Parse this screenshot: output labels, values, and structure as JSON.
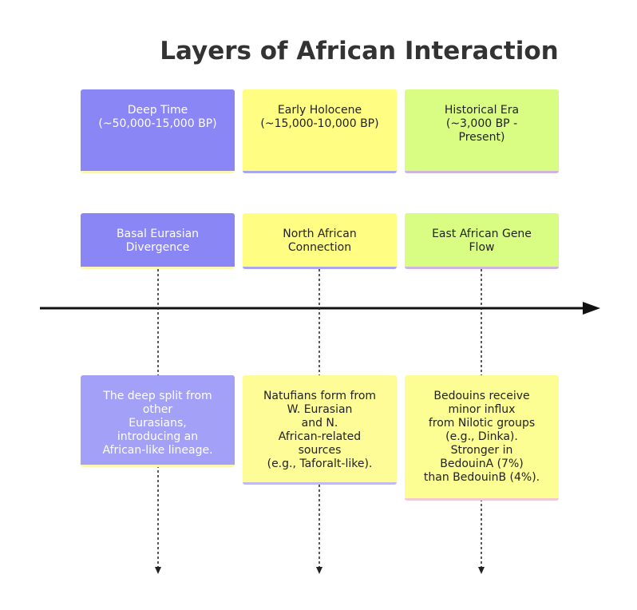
{
  "title": "Layers of African Interaction",
  "colors": {
    "period_deep": "#8a86f5",
    "period_early": "#fffd82",
    "period_hist": "#d9fd83",
    "axis": "#111111"
  },
  "periods": [
    {
      "label": "Deep Time\n(~50,000-15,000 BP)"
    },
    {
      "label": "Early Holocene\n(~15,000-10,000 BP)"
    },
    {
      "label": "Historical Era\n(~3,000 BP -\nPresent)"
    }
  ],
  "events": [
    {
      "label": "Basal Eurasian\nDivergence"
    },
    {
      "label": "North African\nConnection"
    },
    {
      "label": "East African Gene\nFlow"
    }
  ],
  "notes": [
    {
      "text": "The deep split from\nother\nEurasians,\nintroducing an\nAfrican-like lineage."
    },
    {
      "text": "Natufians form from\nW. Eurasian\nand N.\nAfrican-related\nsources\n(e.g., Taforalt-like)."
    },
    {
      "text": "Bedouins receive\nminor influx\nfrom Nilotic groups\n(e.g., Dinka).\nStronger in\nBedouinA (7%)\nthan BedouinB (4%)."
    }
  ]
}
